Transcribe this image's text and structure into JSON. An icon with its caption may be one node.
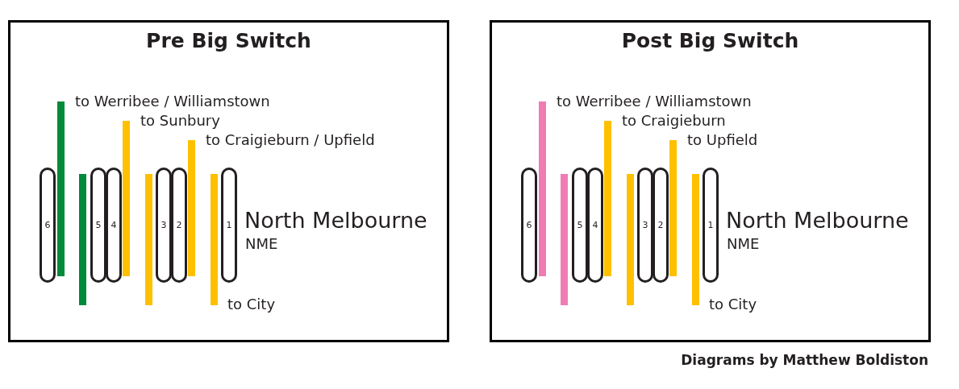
{
  "diagram": {
    "nodes": [
      {
        "text": [
          "Pre Big Switch"
        ]
      },
      {
        "text": [
          "6"
        ],
        "in": 0
      },
      {
        "text": [
          "5"
        ],
        "in": 0
      },
      {
        "text": [
          "4"
        ],
        "in": 0
      },
      {
        "text": [
          "3"
        ],
        "in": 0
      },
      {
        "text": [
          "2"
        ],
        "in": 0
      },
      {
        "text": [
          "1"
        ],
        "in": 0
      },
      {
        "text": [
          "Post Big Switch"
        ]
      },
      {
        "text": [
          "6"
        ],
        "in": 7
      },
      {
        "text": [
          "5"
        ],
        "in": 7
      },
      {
        "text": [
          "4"
        ],
        "in": 7
      },
      {
        "text": [
          "3"
        ],
        "in": 7
      },
      {
        "text": [
          "2"
        ],
        "in": 7
      },
      {
        "text": [
          "1"
        ],
        "in": 7
      }
    ],
    "edges": [],
    "labels": [
      "to Werribee / Williamstown",
      "to Sunbury",
      "to Craigieburn / Upfield",
      "North Melbourne",
      "NME",
      "to City",
      "to Werribee / Williamstown",
      "to Craigieburn",
      "to Upfield",
      "North Melbourne",
      "NME",
      "to City",
      "Diagrams by Matthew Boldiston"
    ]
  }
}
